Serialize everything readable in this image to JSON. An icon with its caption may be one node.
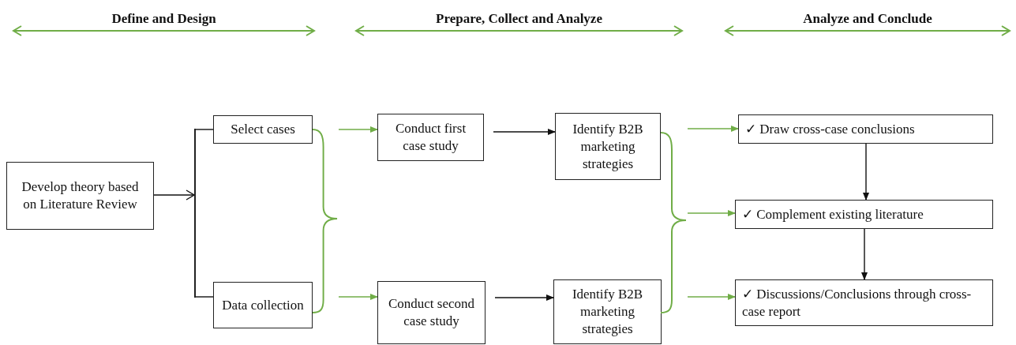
{
  "diagram": {
    "nodes": [
      {
        "text": [
          "Develop theory based on Literature Review"
        ]
      },
      {
        "text": [],
        "shape": "bar"
      },
      {
        "text": [
          "Select cases"
        ]
      },
      {
        "text": [
          "Data collection"
        ]
      },
      {
        "text": [],
        "shape": "brace"
      },
      {
        "text": [
          "Conduct first case study"
        ]
      },
      {
        "text": [
          "Conduct second case study"
        ]
      },
      {
        "text": [
          "Identify B2B marketing strategies"
        ]
      },
      {
        "text": [
          "Identify B2B marketing strategies"
        ]
      },
      {
        "text": [],
        "shape": "brace"
      },
      {
        "text": [
          "✓ Draw cross-case conclusions"
        ]
      },
      {
        "text": [
          "✓ Complement existing literature"
        ]
      },
      {
        "text": [
          "✓ Discussions/Conclusions through cross-case report"
        ]
      }
    ],
    "edges": [
      {
        "from": 0,
        "to": 1,
        "arrow": "to"
      },
      {
        "from": 1,
        "to": 2,
        "arrow": "none"
      },
      {
        "from": 1,
        "to": 3,
        "arrow": "none"
      },
      {
        "from": 4,
        "to": 5,
        "arrow": "to",
        "color": "#70ad47"
      },
      {
        "from": 4,
        "to": 6,
        "arrow": "to",
        "color": "#70ad47"
      },
      {
        "from": 5,
        "to": 7,
        "arrow": "to"
      },
      {
        "from": 6,
        "to": 8,
        "arrow": "to"
      },
      {
        "from": 9,
        "to": 10,
        "arrow": "to",
        "color": "#70ad47"
      },
      {
        "from": 9,
        "to": 11,
        "arrow": "to",
        "color": "#70ad47"
      },
      {
        "from": 9,
        "to": 12,
        "arrow": "to",
        "color": "#70ad47"
      },
      {
        "from": 10,
        "to": 11,
        "arrow": "to"
      },
      {
        "from": 11,
        "to": 12,
        "arrow": "to"
      }
    ],
    "labels": [
      "Define and Design",
      "Prepare, Collect and Analyze",
      "Analyze and Conclude"
    ]
  }
}
